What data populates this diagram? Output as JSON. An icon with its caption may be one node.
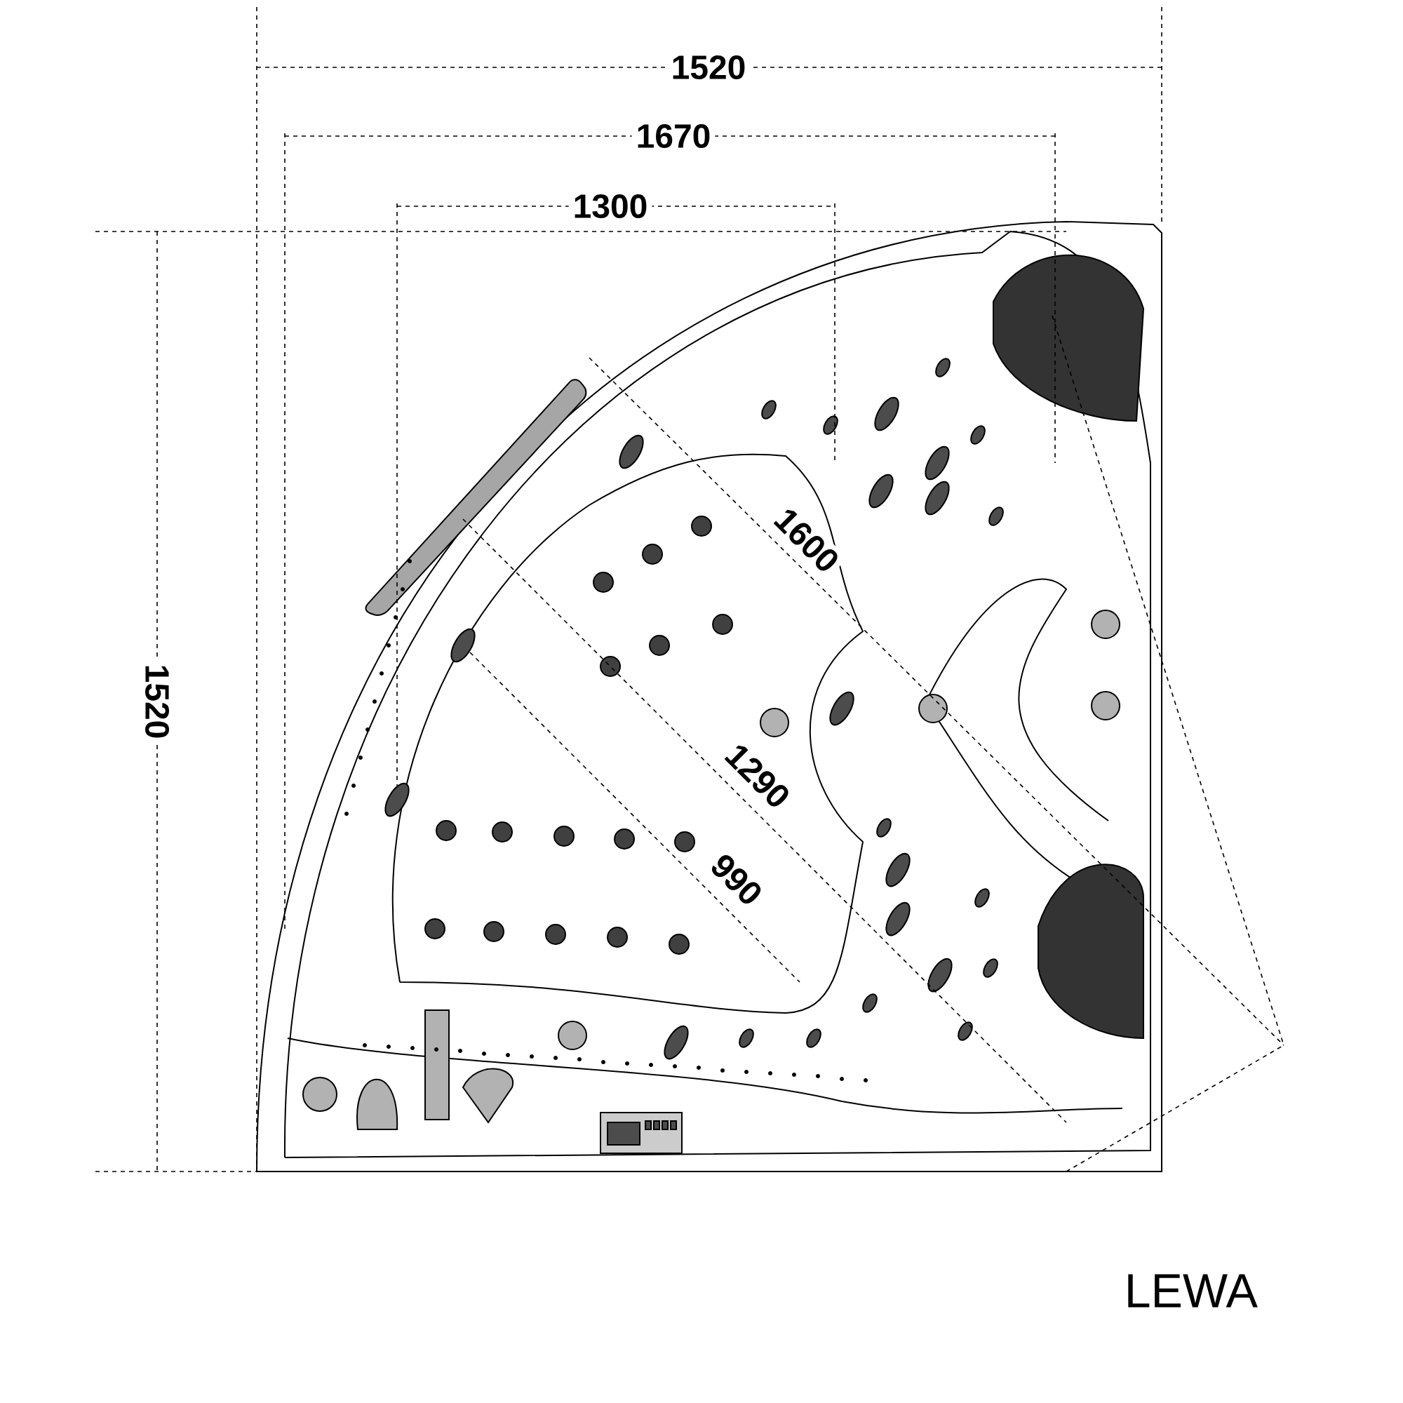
{
  "diagram": {
    "caption": "LEWA",
    "labels": [
      "1520",
      "1670",
      "1300",
      "1520",
      "1600",
      "1290",
      "990"
    ]
  }
}
